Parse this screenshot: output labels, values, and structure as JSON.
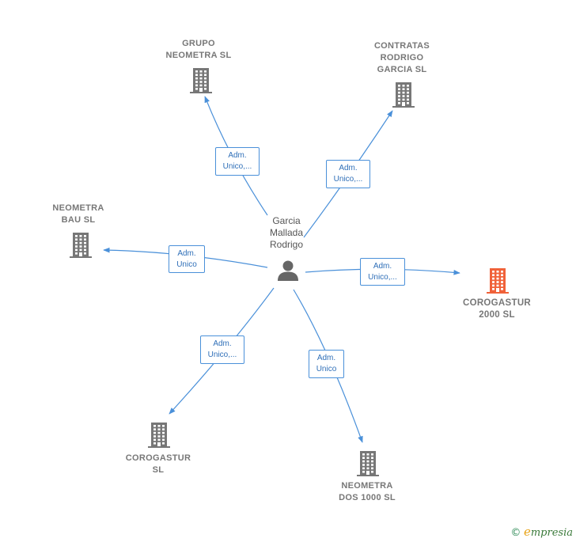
{
  "center": {
    "label": "Garcia\nMallada\nRodrigo",
    "icon": "person-icon"
  },
  "colors": {
    "edge": "#4a90d9",
    "building": "#777777",
    "highlight": "#f0623a",
    "person": "#666666"
  },
  "companies": [
    {
      "id": "grupo-neometra",
      "label": "GRUPO\nNEOMETRA SL",
      "icon": "building-icon",
      "highlight": false
    },
    {
      "id": "contratas-rodrigo",
      "label": "CONTRATAS\nRODRIGO\nGARCIA SL",
      "icon": "building-icon",
      "highlight": false
    },
    {
      "id": "neometra-bau",
      "label": "NEOMETRA\nBAU SL",
      "icon": "building-icon",
      "highlight": false
    },
    {
      "id": "corogastur-2000",
      "label": "COROGASTUR\n2000 SL",
      "icon": "building-icon",
      "highlight": true
    },
    {
      "id": "corogastur",
      "label": "COROGASTUR\nSL",
      "icon": "building-icon",
      "highlight": false
    },
    {
      "id": "neometra-dos-1000",
      "label": "NEOMETRA\nDOS 1000 SL",
      "icon": "building-icon",
      "highlight": false
    }
  ],
  "edges": [
    {
      "to": "grupo-neometra",
      "label": "Adm.\nUnico,..."
    },
    {
      "to": "contratas-rodrigo",
      "label": "Adm.\nUnico,..."
    },
    {
      "to": "neometra-bau",
      "label": "Adm.\nUnico"
    },
    {
      "to": "corogastur-2000",
      "label": "Adm.\nUnico,..."
    },
    {
      "to": "corogastur",
      "label": "Adm.\nUnico,..."
    },
    {
      "to": "neometra-dos-1000",
      "label": "Adm.\nUnico"
    }
  ],
  "footer": {
    "copyright": "©",
    "brand_first": "e",
    "brand_rest": "mpresia"
  }
}
